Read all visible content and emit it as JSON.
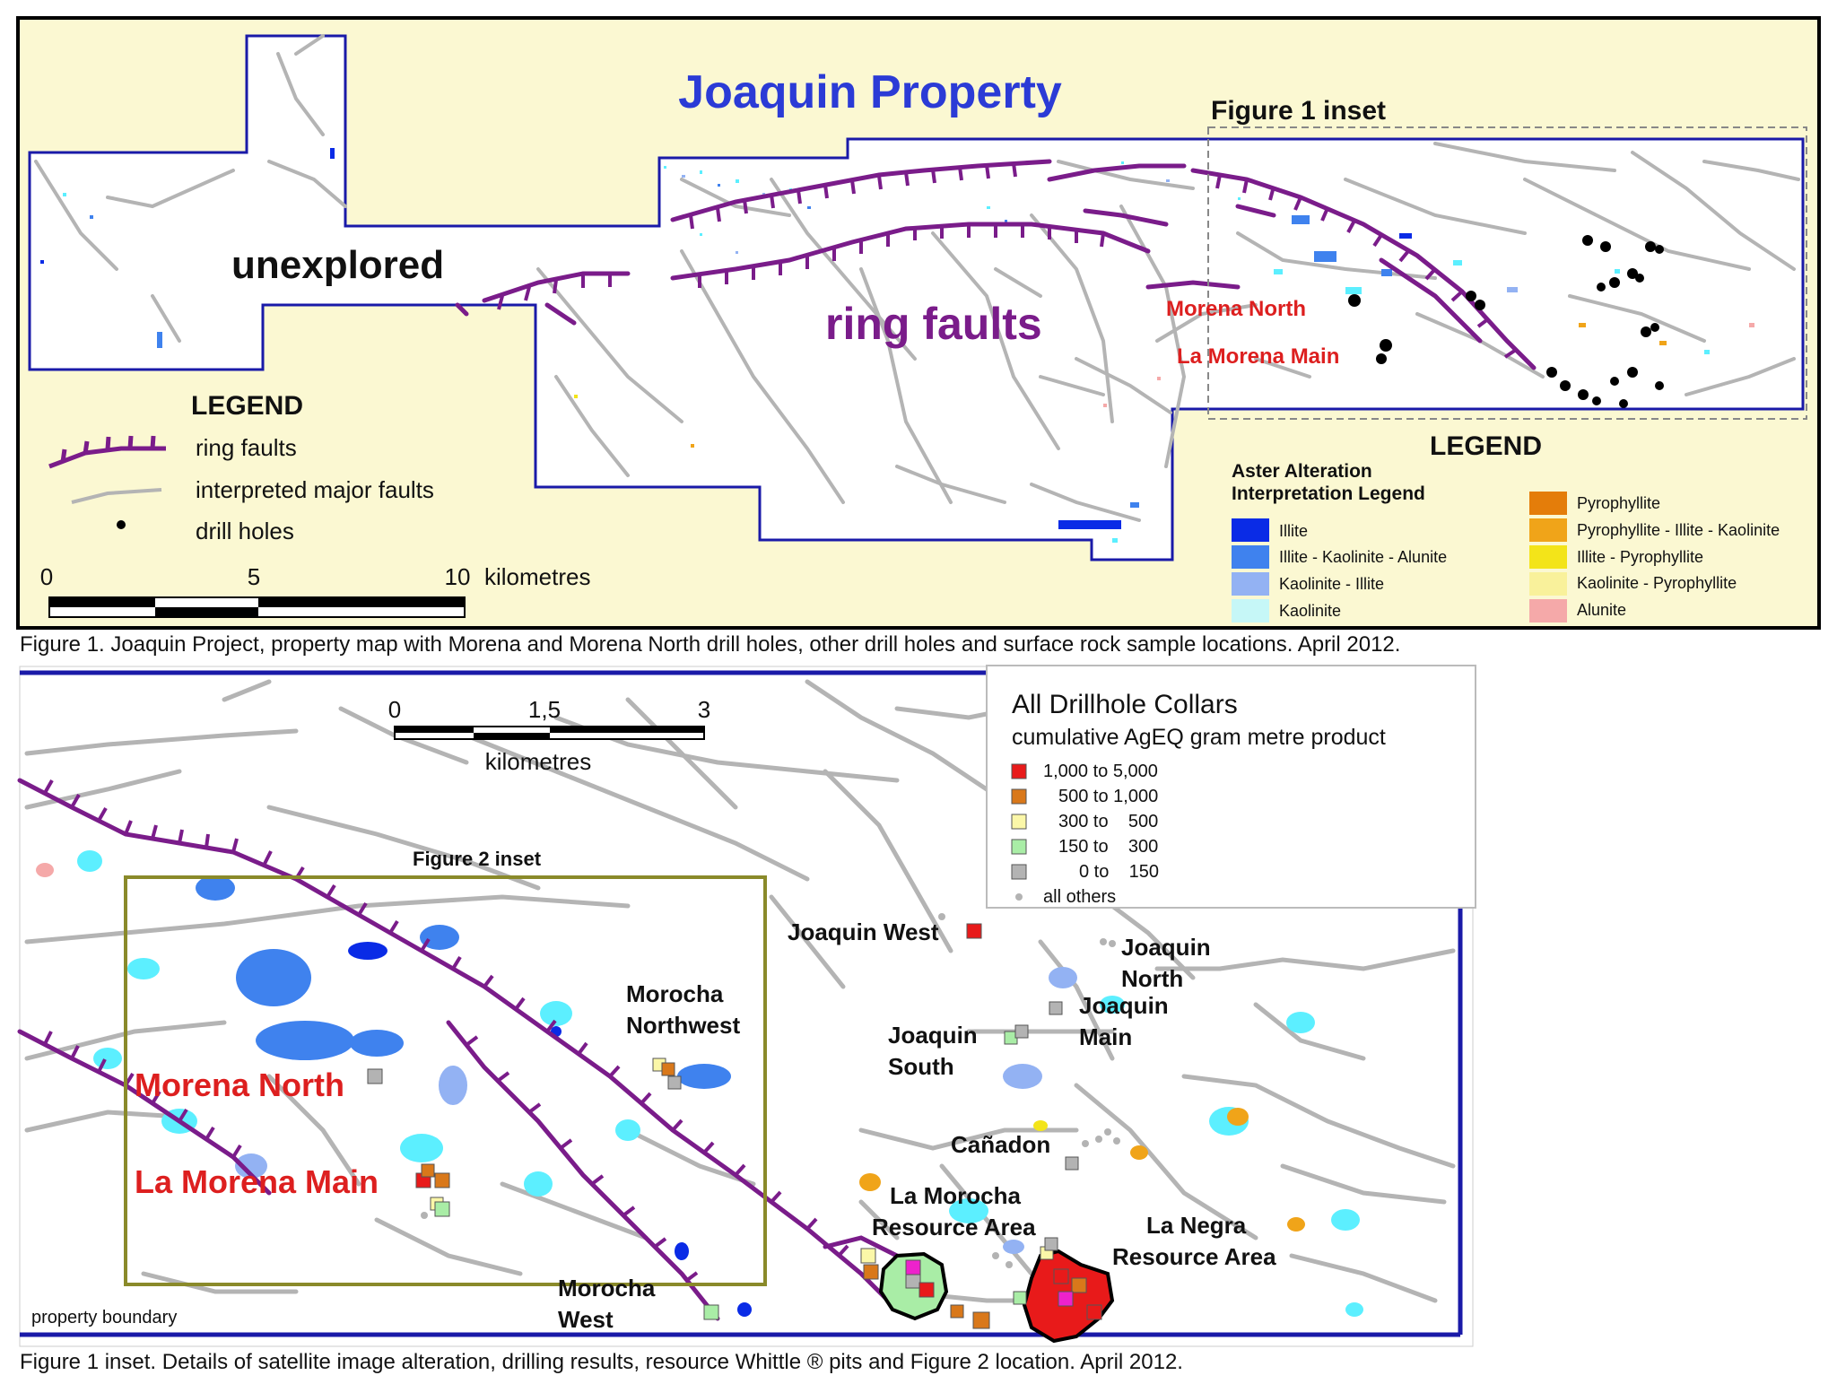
{
  "map1": {
    "title": "Joaquin Property",
    "inset_label": "Figure 1 inset",
    "labels": {
      "unexplored": "unexplored",
      "ring_faults": "ring faults",
      "morena_north": "Morena North",
      "la_morena_main": "La Morena Main"
    },
    "legend": {
      "title": "LEGEND",
      "items": [
        "ring faults",
        "interpreted major faults",
        "drill holes"
      ]
    },
    "scale": {
      "ticks": [
        "0",
        "5",
        "10"
      ],
      "unit": "kilometres"
    },
    "aster_legend": {
      "title": "LEGEND",
      "subtitle_line1": "Aster Alteration",
      "subtitle_line2": "Interpretation Legend",
      "left_items": [
        {
          "label": "Illite",
          "color": "#0a2be6"
        },
        {
          "label": "Illite - Kaolinite - Alunite",
          "color": "#3f82ee"
        },
        {
          "label": "Kaolinite - Illite",
          "color": "#93b2f3"
        },
        {
          "label": "Kaolinite",
          "color": "#c6f7f7"
        }
      ],
      "right_items": [
        {
          "label": "Pyrophyllite",
          "color": "#e47d0a"
        },
        {
          "label": "Pyrophyllite - Illite - Kaolinite",
          "color": "#f0a419"
        },
        {
          "label": "Illite - Pyrophyllite",
          "color": "#f3e419"
        },
        {
          "label": "Kaolinite - Pyrophyllite",
          "color": "#f9f19b"
        },
        {
          "label": "Alunite",
          "color": "#f5a9a9"
        }
      ]
    }
  },
  "caption1": "Figure 1. Joaquin Project, property map with Morena and Morena North drill holes, other drill holes and surface rock sample locations. April 2012.",
  "map2": {
    "scale": {
      "ticks": [
        "0",
        "1,5",
        "3"
      ],
      "unit": "kilometres"
    },
    "figure2_inset": "Figure 2 inset",
    "property_boundary": "property boundary",
    "areas": {
      "morena_north": "Morena North",
      "la_morena_main": "La Morena Main",
      "morocha_nw_1": "Morocha",
      "morocha_nw_2": "Northwest",
      "joaquin_west": "Joaquin West",
      "joaquin_north_1": "Joaquin",
      "joaquin_north_2": "North",
      "joaquin_main_1": "Joaquin",
      "joaquin_main_2": "Main",
      "joaquin_south_1": "Joaquin",
      "joaquin_south_2": "South",
      "canadon": "Cañadon",
      "la_morocha_1": "La Morocha",
      "la_morocha_2": "Resource Area",
      "la_negra_1": "La Negra",
      "la_negra_2": "Resource Area",
      "morocha_west_1": "Morocha",
      "morocha_west_2": "West"
    },
    "collars_legend": {
      "title": "All Drillhole Collars",
      "subtitle": "cumulative AgEQ gram metre product",
      "items": [
        {
          "label": "1,000 to 5,000",
          "color": "#e81a1a"
        },
        {
          "label": "500 to 1,000",
          "color": "#d9781a"
        },
        {
          "label": "300 to    500",
          "color": "#fbf7a8"
        },
        {
          "label": "150 to    300",
          "color": "#a9eda6"
        },
        {
          "label": "0 to    150",
          "color": "#b3b3b3"
        }
      ],
      "others": "all others"
    }
  },
  "caption2": "Figure 1 inset. Details of satellite image alteration, drilling results, resource Whittle ® pits and Figure 2 location.  April 2012.",
  "colors": {
    "ring_fault": "#7a1c8a",
    "fault": "#b4b4b4",
    "boundary": "#1a1aa8",
    "title_blue": "#2b3bd6",
    "area_red": "#dd1f1f",
    "map_bg": "#fbf8d2",
    "inset_frame": "#8a8a2a"
  }
}
